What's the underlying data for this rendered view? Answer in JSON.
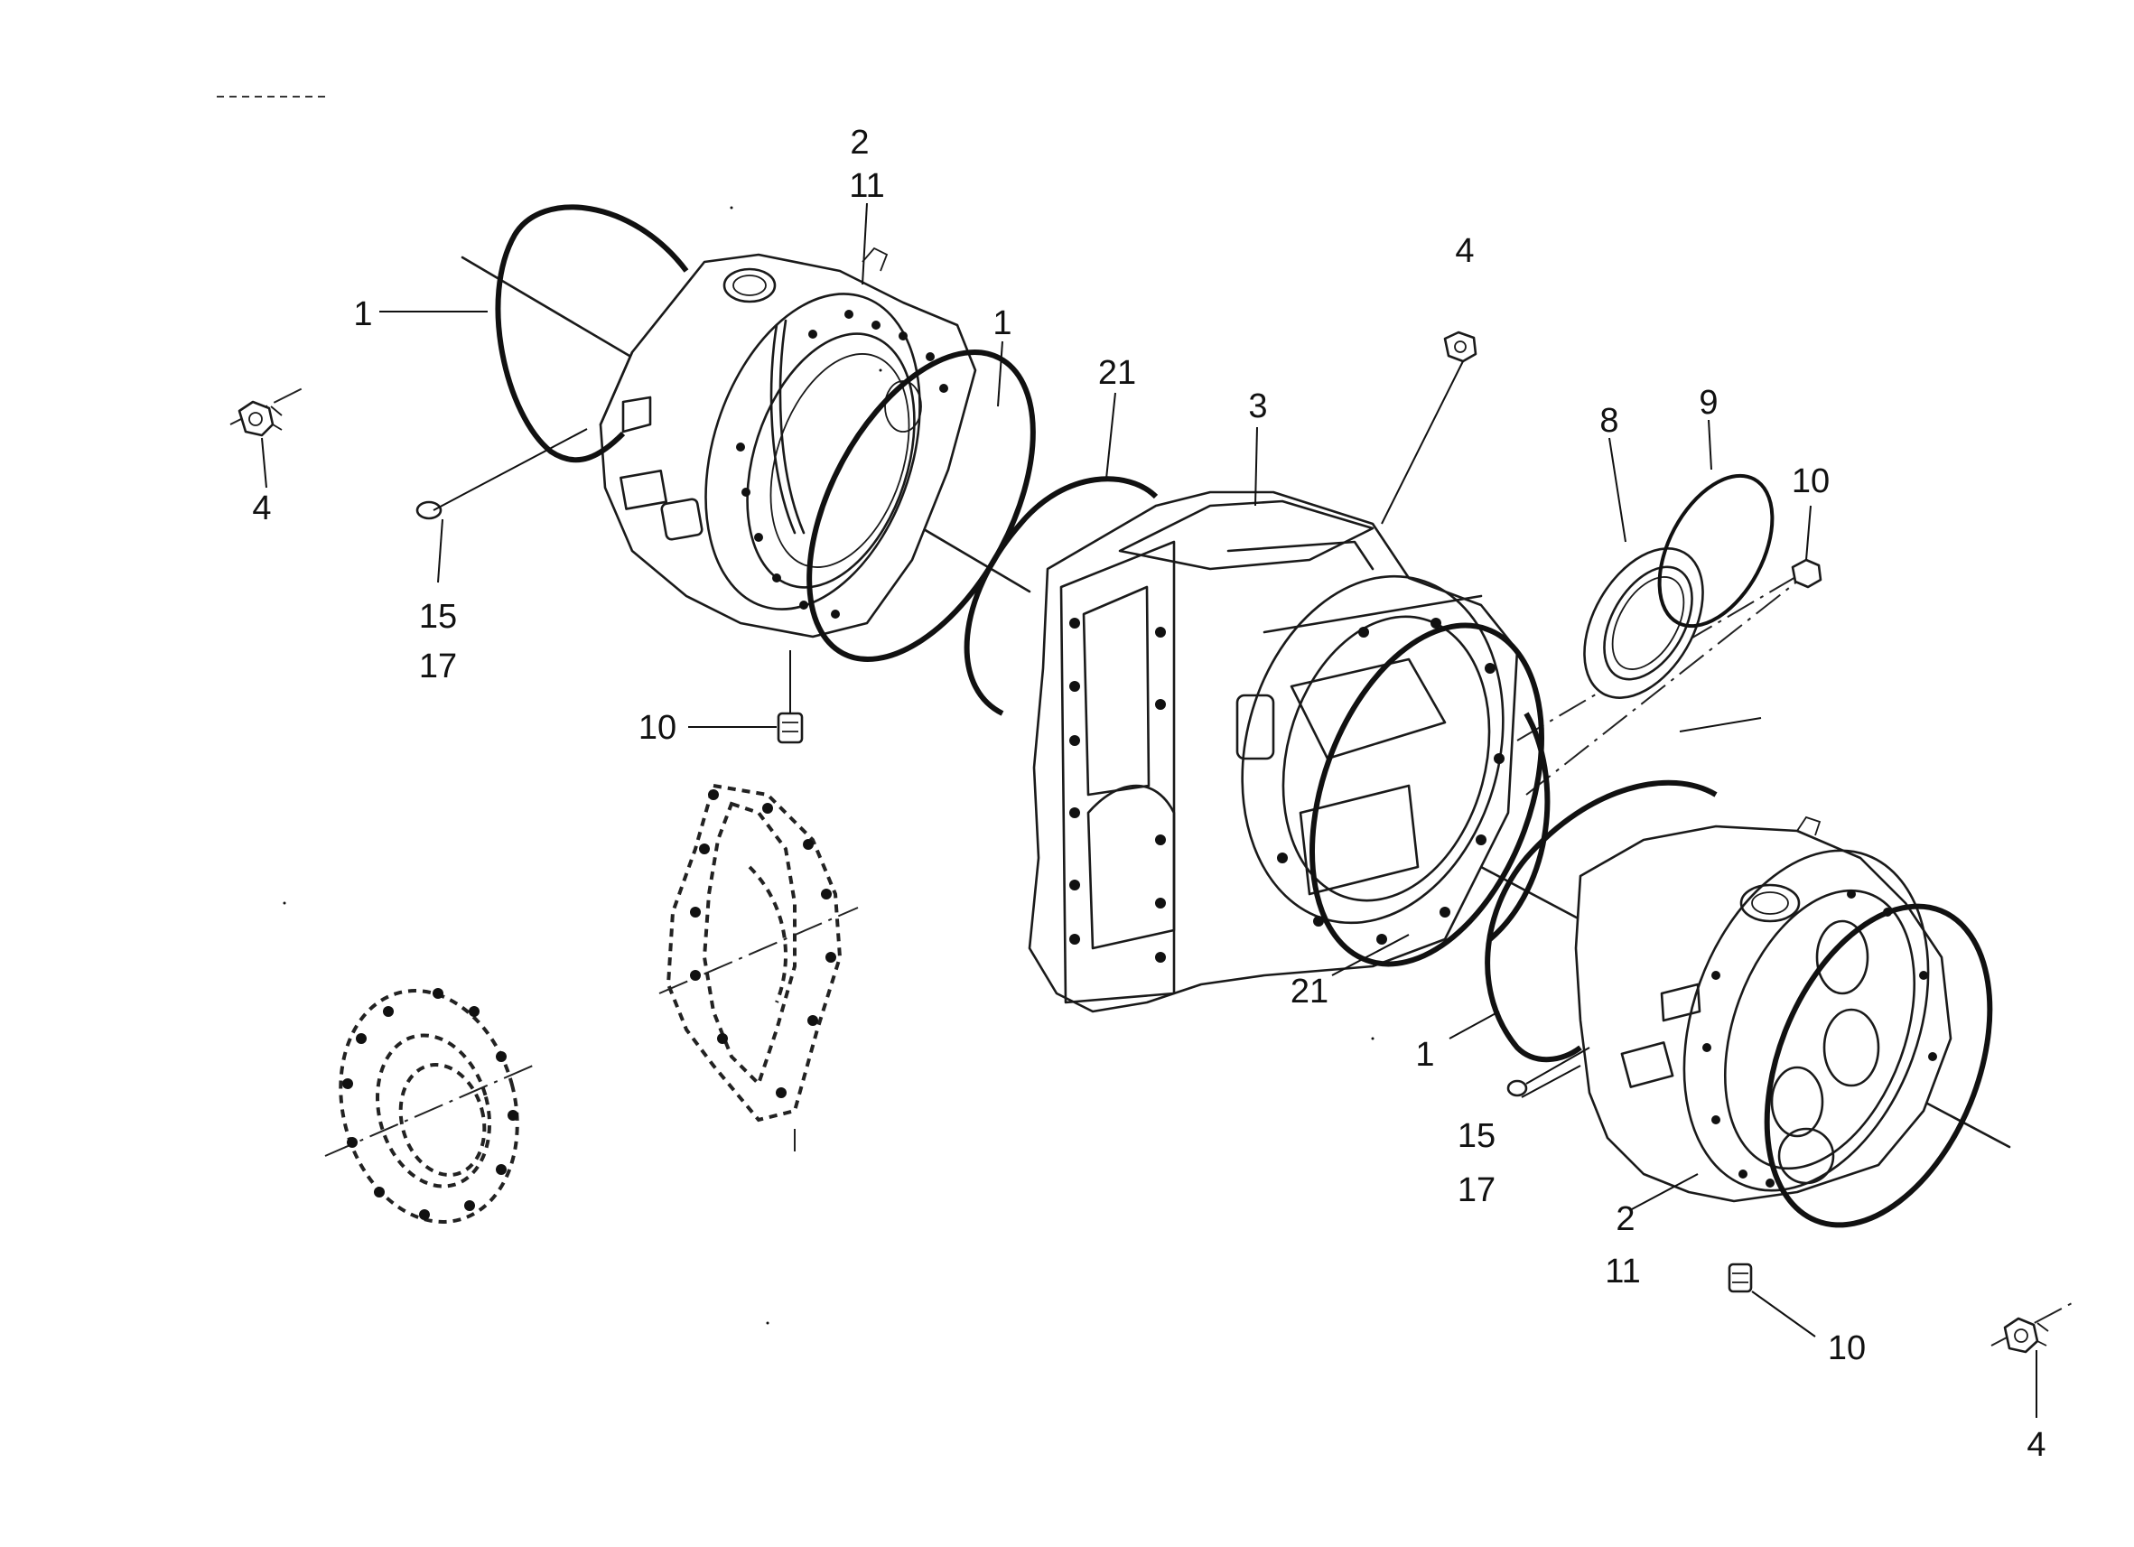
{
  "callouts": [
    {
      "id": "c-2-top",
      "text": "2"
    },
    {
      "id": "c-11-top",
      "text": "11"
    },
    {
      "id": "c-1-top-left",
      "text": "1"
    },
    {
      "id": "c-1-top-mid",
      "text": "1"
    },
    {
      "id": "c-21-top",
      "text": "21"
    },
    {
      "id": "c-3",
      "text": "3"
    },
    {
      "id": "c-4-top",
      "text": "4"
    },
    {
      "id": "c-4-left",
      "text": "4"
    },
    {
      "id": "c-8",
      "text": "8"
    },
    {
      "id": "c-9",
      "text": "9"
    },
    {
      "id": "c-10-right",
      "text": "10"
    },
    {
      "id": "c-15-left",
      "text": "15"
    },
    {
      "id": "c-17-left",
      "text": "17"
    },
    {
      "id": "c-10-left",
      "text": "10"
    },
    {
      "id": "c-21-bottom",
      "text": "21"
    },
    {
      "id": "c-1-bottom",
      "text": "1"
    },
    {
      "id": "c-15-right",
      "text": "15"
    },
    {
      "id": "c-17-right",
      "text": "17"
    },
    {
      "id": "c-2-bottom",
      "text": "2"
    },
    {
      "id": "c-11-bottom",
      "text": "11"
    },
    {
      "id": "c-10-bottom",
      "text": "10"
    },
    {
      "id": "c-4-bottom",
      "text": "4"
    }
  ]
}
